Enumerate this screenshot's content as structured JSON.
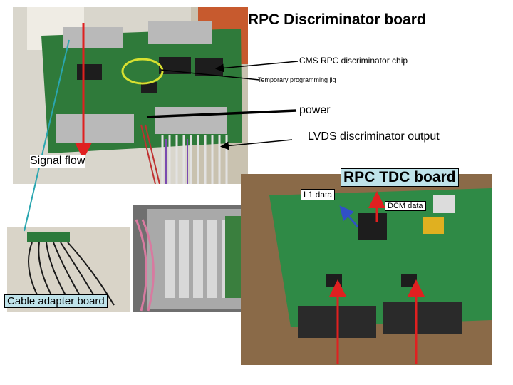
{
  "labels": {
    "rpc_disc_board": "RPC Discriminator board",
    "cms_chip": "CMS RPC discriminator chip",
    "prog_jig": "Temporary programming jig",
    "power": "power",
    "lvds_output": "LVDS discriminator output",
    "signal_flow": "Signal flow",
    "rpc_tdc_board": "RPC TDC board",
    "l1_data": "L1 data",
    "dcm_data": "DCM data",
    "cable_adapter": "Cable adapter board"
  },
  "colors": {
    "pcb_green": "#2f7a3a",
    "signal_arrow": "#e02020",
    "cable_arrow": "#2aa6b0",
    "l1_arrow": "#3050c8",
    "label_fill": "#bfe3ea"
  }
}
